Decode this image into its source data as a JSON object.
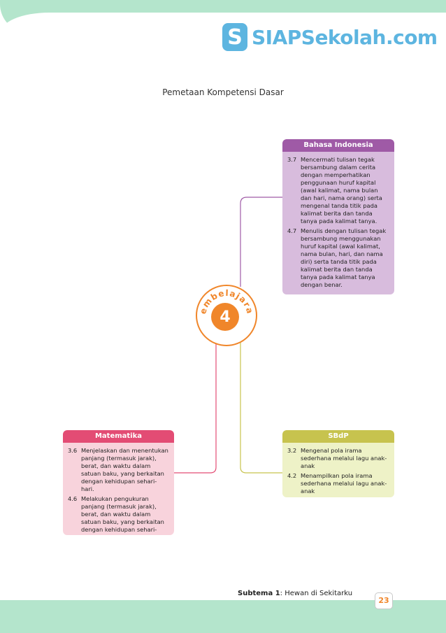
{
  "header": {
    "logo_letter": "S",
    "logo_text": "SIAPSekolah.com"
  },
  "page_title": "Pemetaan Kompetensi Dasar",
  "center": {
    "label": "Pembelajaran",
    "number": "4"
  },
  "boxes": {
    "bahasa_indonesia": {
      "title": "Bahasa Indonesia",
      "items": [
        {
          "num": "3.7",
          "text": "Mencermati tulisan tegak bersambung dalam cerita dengan memperhatikan penggunaan huruf kapital (awal kalimat, nama bulan dan hari, nama orang) serta mengenal tanda titik pada kalimat berita dan tanda tanya pada kalimat tanya."
        },
        {
          "num": "4.7",
          "text": "Menulis dengan tulisan tegak bersambung menggunakan huruf kapital (awal kalimat, nama bulan, hari, dan nama diri) serta tanda titik pada kalimat berita dan tanda tanya pada kalimat tanya dengan benar."
        }
      ]
    },
    "matematika": {
      "title": "Matematika",
      "items": [
        {
          "num": "3.6",
          "text": "Menjelaskan dan menentukan panjang (termasuk jarak), berat, dan waktu dalam satuan baku, yang berkaitan dengan kehidupan sehari-hari."
        },
        {
          "num": "4.6",
          "text": "Melakukan pengukuran panjang (termasuk jarak), berat, dan waktu dalam satuan baku, yang berkaitan dengan kehidupan sehari-hari."
        }
      ]
    },
    "sbdp": {
      "title": "SBdP",
      "items": [
        {
          "num": "3.2",
          "text": "Mengenal pola irama sederhana melalui lagu anak-anak"
        },
        {
          "num": "4.2",
          "text": "Menampilkan pola irama sederhana melalui lagu anak-anak"
        }
      ]
    }
  },
  "colors": {
    "bahasa_indonesia": "#9f5aa6",
    "matematika": "#e34c74",
    "sbdp": "#c7c34e",
    "accent": "#f0862a"
  },
  "footer": {
    "subtema_label": "Subtema 1",
    "subtema_title": "Hewan di Sekitarku",
    "page_number": "23"
  }
}
